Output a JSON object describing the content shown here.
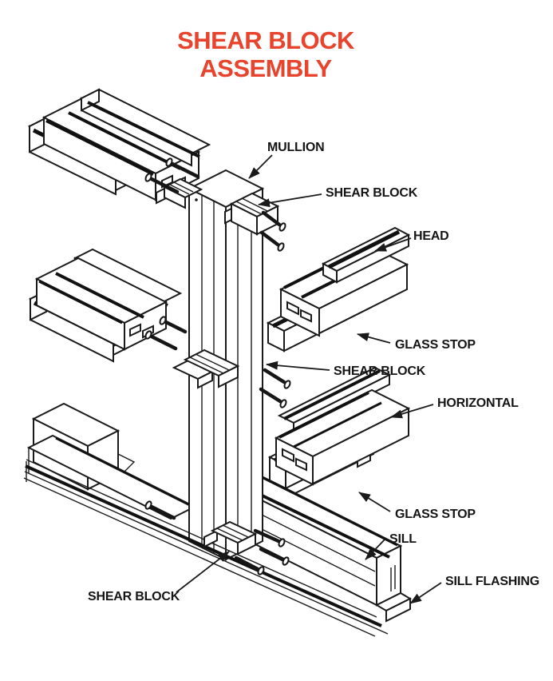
{
  "title": {
    "line1": "SHEAR BLOCK",
    "line2": "ASSEMBLY",
    "color": "#E8432D"
  },
  "diagram": {
    "line_color": "#1a1a1a",
    "background": "#ffffff",
    "type": "isometric exploded assembly drawing"
  },
  "callouts": [
    {
      "id": "mullion",
      "text": "MULLION"
    },
    {
      "id": "shear-block-top",
      "text": "SHEAR BLOCK"
    },
    {
      "id": "head",
      "text": "HEAD"
    },
    {
      "id": "glass-stop-upper",
      "text": "GLASS STOP"
    },
    {
      "id": "shear-block-middle",
      "text": "SHEAR BLOCK"
    },
    {
      "id": "horizontal",
      "text": "HORIZONTAL"
    },
    {
      "id": "glass-stop-lower",
      "text": "GLASS STOP"
    },
    {
      "id": "sill",
      "text": "SILL"
    },
    {
      "id": "sill-flashing",
      "text": "SILL FLASHING"
    },
    {
      "id": "shear-block-bottom",
      "text": "SHEAR BLOCK"
    }
  ]
}
